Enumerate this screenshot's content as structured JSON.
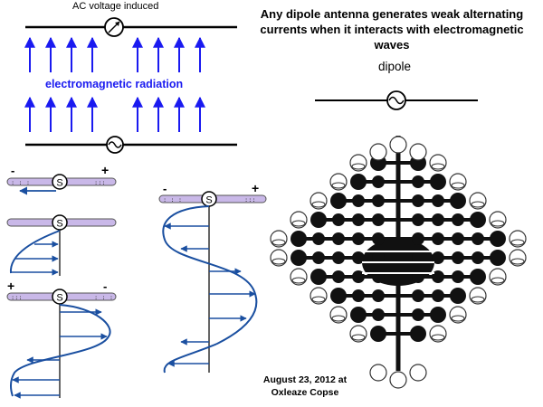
{
  "top_diagram": {
    "induced_label": "AC voltage induced",
    "radiation_label": "electromagnetic radiation",
    "meter_icon": "voltmeter-icon",
    "source_icon": "ac-source-icon"
  },
  "headline": "Any dipole antenna generates weak alternating currents when it interacts with electromagnetic waves",
  "dipole_label": "dipole",
  "current_diagrams": {
    "source_symbol": "S",
    "plus": "+",
    "minus": "-"
  },
  "date_credit": "August  23, 2012 at Oxleaze  Copse",
  "colors": {
    "arrow_blue": "#1a1af0",
    "wave_blue": "#1a4fa0",
    "antenna_lilac": "#c9b8e8",
    "crop_black": "#111111"
  }
}
